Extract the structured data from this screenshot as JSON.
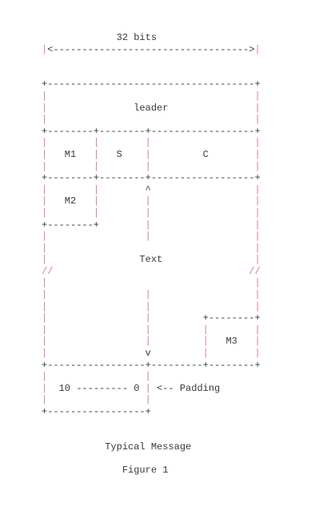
{
  "colors": {
    "text": "#3a3a3a",
    "vertical_bars": "#d8808a",
    "background": "#ffffff"
  },
  "diagram": {
    "lines": [
      "             32 bits",
      "|<---------------------------------->|",
      "",
      "",
      "+------------------------------------+",
      "|                                    |",
      "|               leader               |",
      "|                                    |",
      "+--------+--------+------------------+",
      "|        |        |                  |",
      "|   M1   |   S    |         C        |",
      "|        |        |                  |",
      "+--------+--------+------------------+",
      "|        |        ^                  |",
      "|   M2   |        |                  |",
      "|        |        |                  |",
      "+--------+        |                  |",
      "|                 |                  |",
      "|                                    |",
      "|                Text                |",
      "//                                  //",
      "|                                    |",
      "|                 |                  |",
      "|                 |                  |",
      "|                 |         +--------+",
      "|                 |         |        |",
      "|                 |         |   M3   |",
      "|                 v         |        |",
      "+-----------------+---------+--------+",
      "|                 |",
      "|  10 --------- 0 | <-- Padding",
      "|                 |",
      "+-----------------+",
      "",
      "",
      "           Typical Message",
      "",
      "              Figure 1"
    ]
  }
}
